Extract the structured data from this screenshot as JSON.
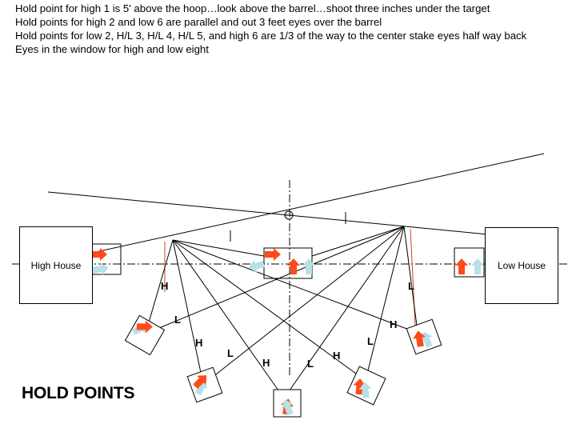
{
  "notes": [
    "Hold point for high 1 is 5' above the hoop…look above the barrel…shoot three inches under the target",
    "Hold points for high 2 and low 6 are parallel and out 3 feet eyes over the barrel",
    "Hold points for low 2, H/L 3, H/L 4, H/L 5, and high 6 are 1/3 of the way to the center stake eyes half way back",
    "Eyes in the window for high and low eight"
  ],
  "heading": "HOLD POINTS",
  "houses": {
    "high": "High House",
    "low": "Low House"
  },
  "marks": {
    "high": "H",
    "low": "L"
  },
  "colors": {
    "high_arrow": "#ff4a1a",
    "low_arrow": "#b8e0e6",
    "guide": "#c8452a"
  }
}
